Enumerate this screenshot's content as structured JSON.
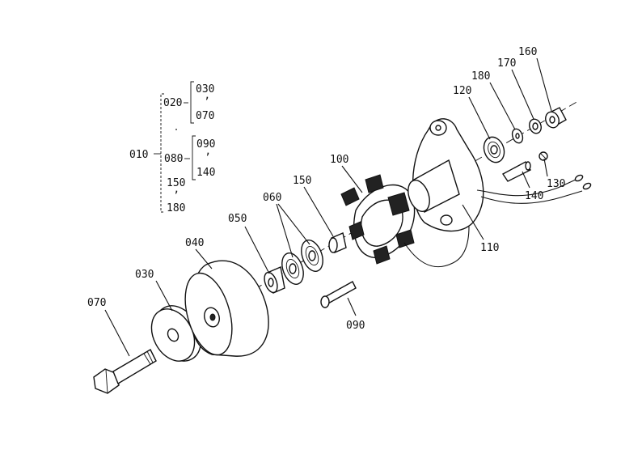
{
  "bom": {
    "top": "010",
    "g1": {
      "parent": "020",
      "a": "030",
      "sep": "ʼ",
      "b": "070"
    },
    "g2": {
      "parent": "080",
      "a": "090",
      "sep": "ʼ",
      "b": "140"
    },
    "g3": {
      "a": "150",
      "sep": "ʼ",
      "b": "180"
    }
  },
  "callouts": {
    "c070": "070",
    "c030": "030",
    "c040": "040",
    "c050": "050",
    "c060": "060",
    "c150": "150",
    "c100": "100",
    "c090": "090",
    "c110": "110",
    "c120": "120",
    "c180": "180",
    "c170": "170",
    "c160": "160",
    "c130": "130",
    "c140": "140"
  }
}
